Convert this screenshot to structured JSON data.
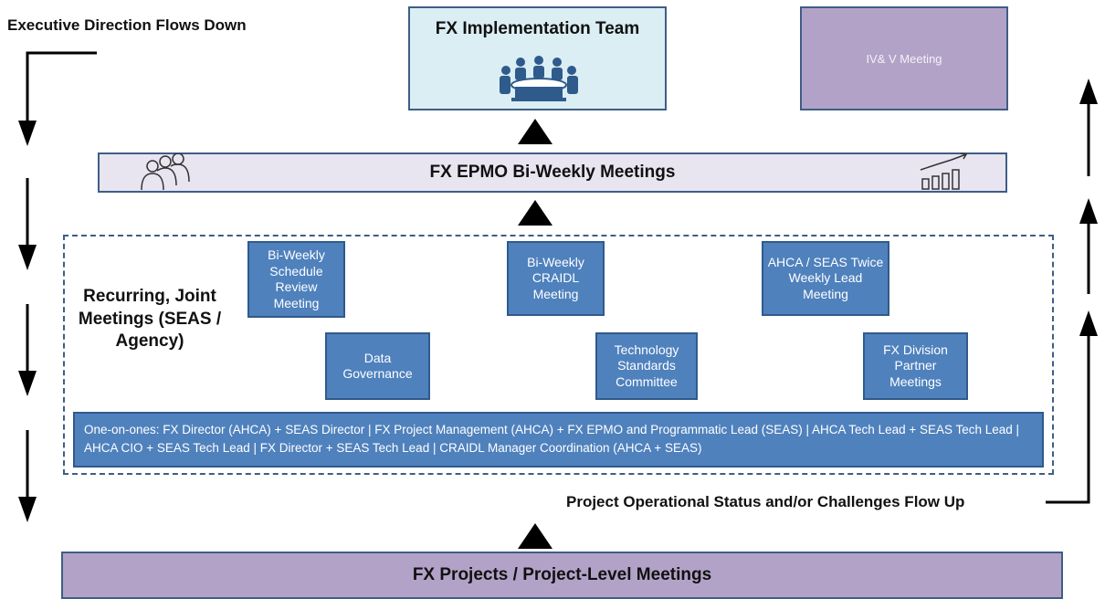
{
  "labels": {
    "exec_direction": "Executive Direction Flows Down",
    "status_up": "Project Operational Status and/or Challenges Flow Up"
  },
  "top": {
    "implementation_team": "FX Implementation Team",
    "ivv_meeting": "IV& V Meeting"
  },
  "epmo": {
    "title": "FX EPMO Bi-Weekly Meetings"
  },
  "recurring": {
    "label": "Recurring, Joint Meetings (SEAS / Agency)",
    "meetings": [
      "Bi-Weekly Schedule Review Meeting",
      "Bi-Weekly CRAIDL Meeting",
      "AHCA / SEAS Twice Weekly Lead Meeting",
      "Data Governance",
      "Technology Standards Committee",
      "FX Division Partner Meetings"
    ],
    "one_on_ones": "One-on-ones:  FX Director (AHCA) + SEAS Director   |   FX Project Management (AHCA) + FX EPMO and Programmatic Lead (SEAS)   |   AHCA Tech Lead + SEAS Tech Lead    |    AHCA CIO + SEAS Tech Lead    |    FX Director + SEAS Tech Lead    |    CRAIDL Manager Coordination (AHCA + SEAS)"
  },
  "projects": {
    "title": "FX Projects / Project-Level Meetings"
  },
  "icons": [
    "meeting-table-icon",
    "people-group-icon",
    "growth-chart-icon",
    "arrow-up-icon",
    "arrow-down-icon"
  ],
  "colors": {
    "meeting_box": "#4f81bd",
    "implementation_box": "#dbeef4",
    "ivv_box": "#b3a2c7",
    "epmo_bar": "#e8e4f0",
    "border": "#3e5e86"
  }
}
